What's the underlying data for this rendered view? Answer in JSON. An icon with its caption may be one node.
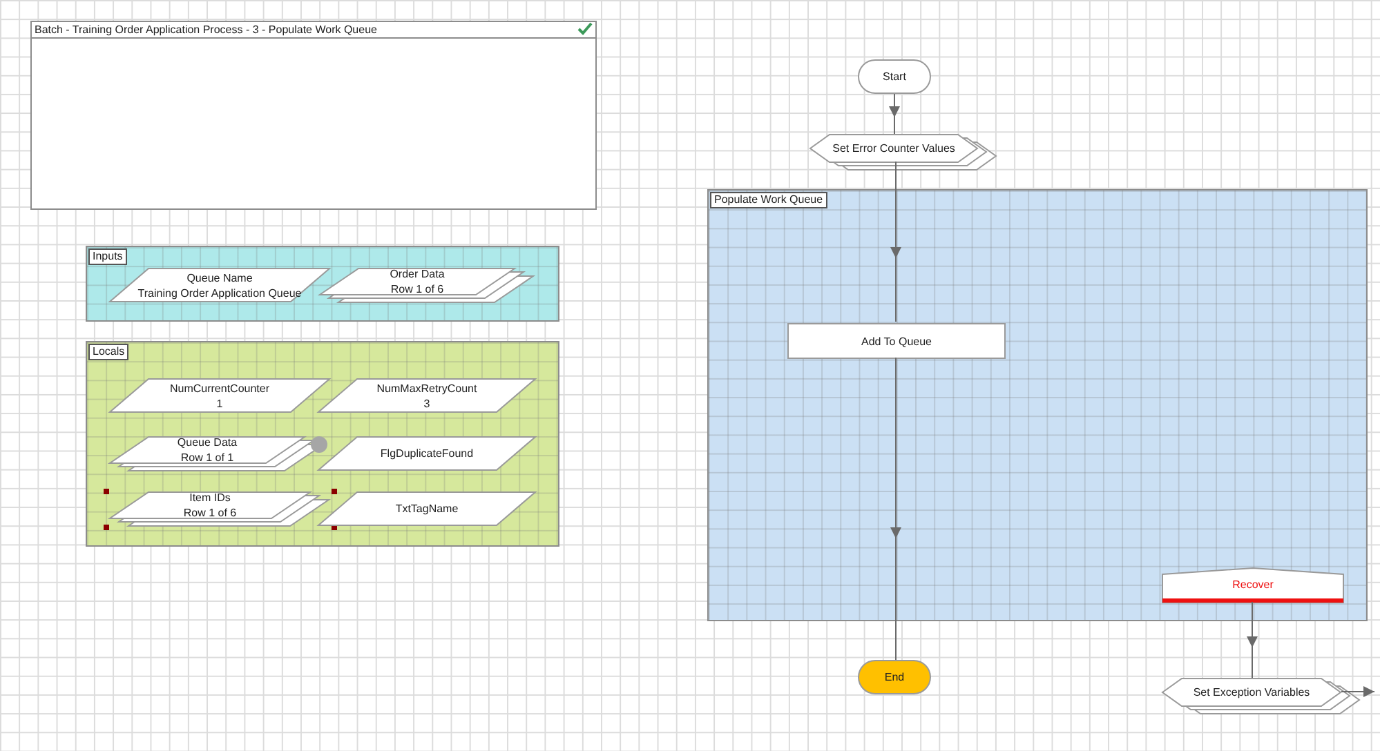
{
  "diagram": {
    "nodes": [
      {
        "text": [
          "Batch - Training Order Application Process - 3 - Populate Work Queue"
        ]
      },
      {
        "text": [
          "Inputs"
        ]
      },
      {
        "text": [
          "Queue Name",
          "Training Order Application Queue"
        ],
        "in": 1
      },
      {
        "text": [
          "Order Data",
          "Row 1 of 6"
        ],
        "in": 1
      },
      {
        "text": [
          "Locals"
        ]
      },
      {
        "text": [
          "NumCurrentCounter",
          "1"
        ],
        "in": 4
      },
      {
        "text": [
          "NumMaxRetryCount",
          "3"
        ],
        "in": 4
      },
      {
        "text": [
          "Queue Data",
          "Row 1 of 1"
        ],
        "in": 4
      },
      {
        "text": [
          "FlgDuplicateFound"
        ],
        "in": 4
      },
      {
        "text": [
          "Item IDs",
          "Row 1 of 6"
        ],
        "in": 4
      },
      {
        "text": [
          "TxtTagName"
        ],
        "in": 4
      },
      {
        "text": [
          "Start"
        ]
      },
      {
        "text": [
          "Set Error Counter Values"
        ]
      },
      {
        "text": [
          "Populate Work Queue"
        ]
      },
      {
        "text": [
          "Add To Queue"
        ],
        "in": 13
      },
      {
        "text": [
          "End"
        ]
      },
      {
        "text": [
          "Recover"
        ],
        "in": 13
      },
      {
        "text": [
          "Set Exception Variables"
        ]
      }
    ],
    "edges": [
      {
        "from": 11,
        "to": 12,
        "arrow": "to"
      },
      {
        "from": 12,
        "to": 14,
        "arrow": "to"
      },
      {
        "from": 14,
        "to": 15,
        "arrow": "to"
      },
      {
        "from": 16,
        "to": 17,
        "arrow": "to"
      },
      {
        "from": 17,
        "to": null,
        "arrow": "to"
      }
    ]
  }
}
